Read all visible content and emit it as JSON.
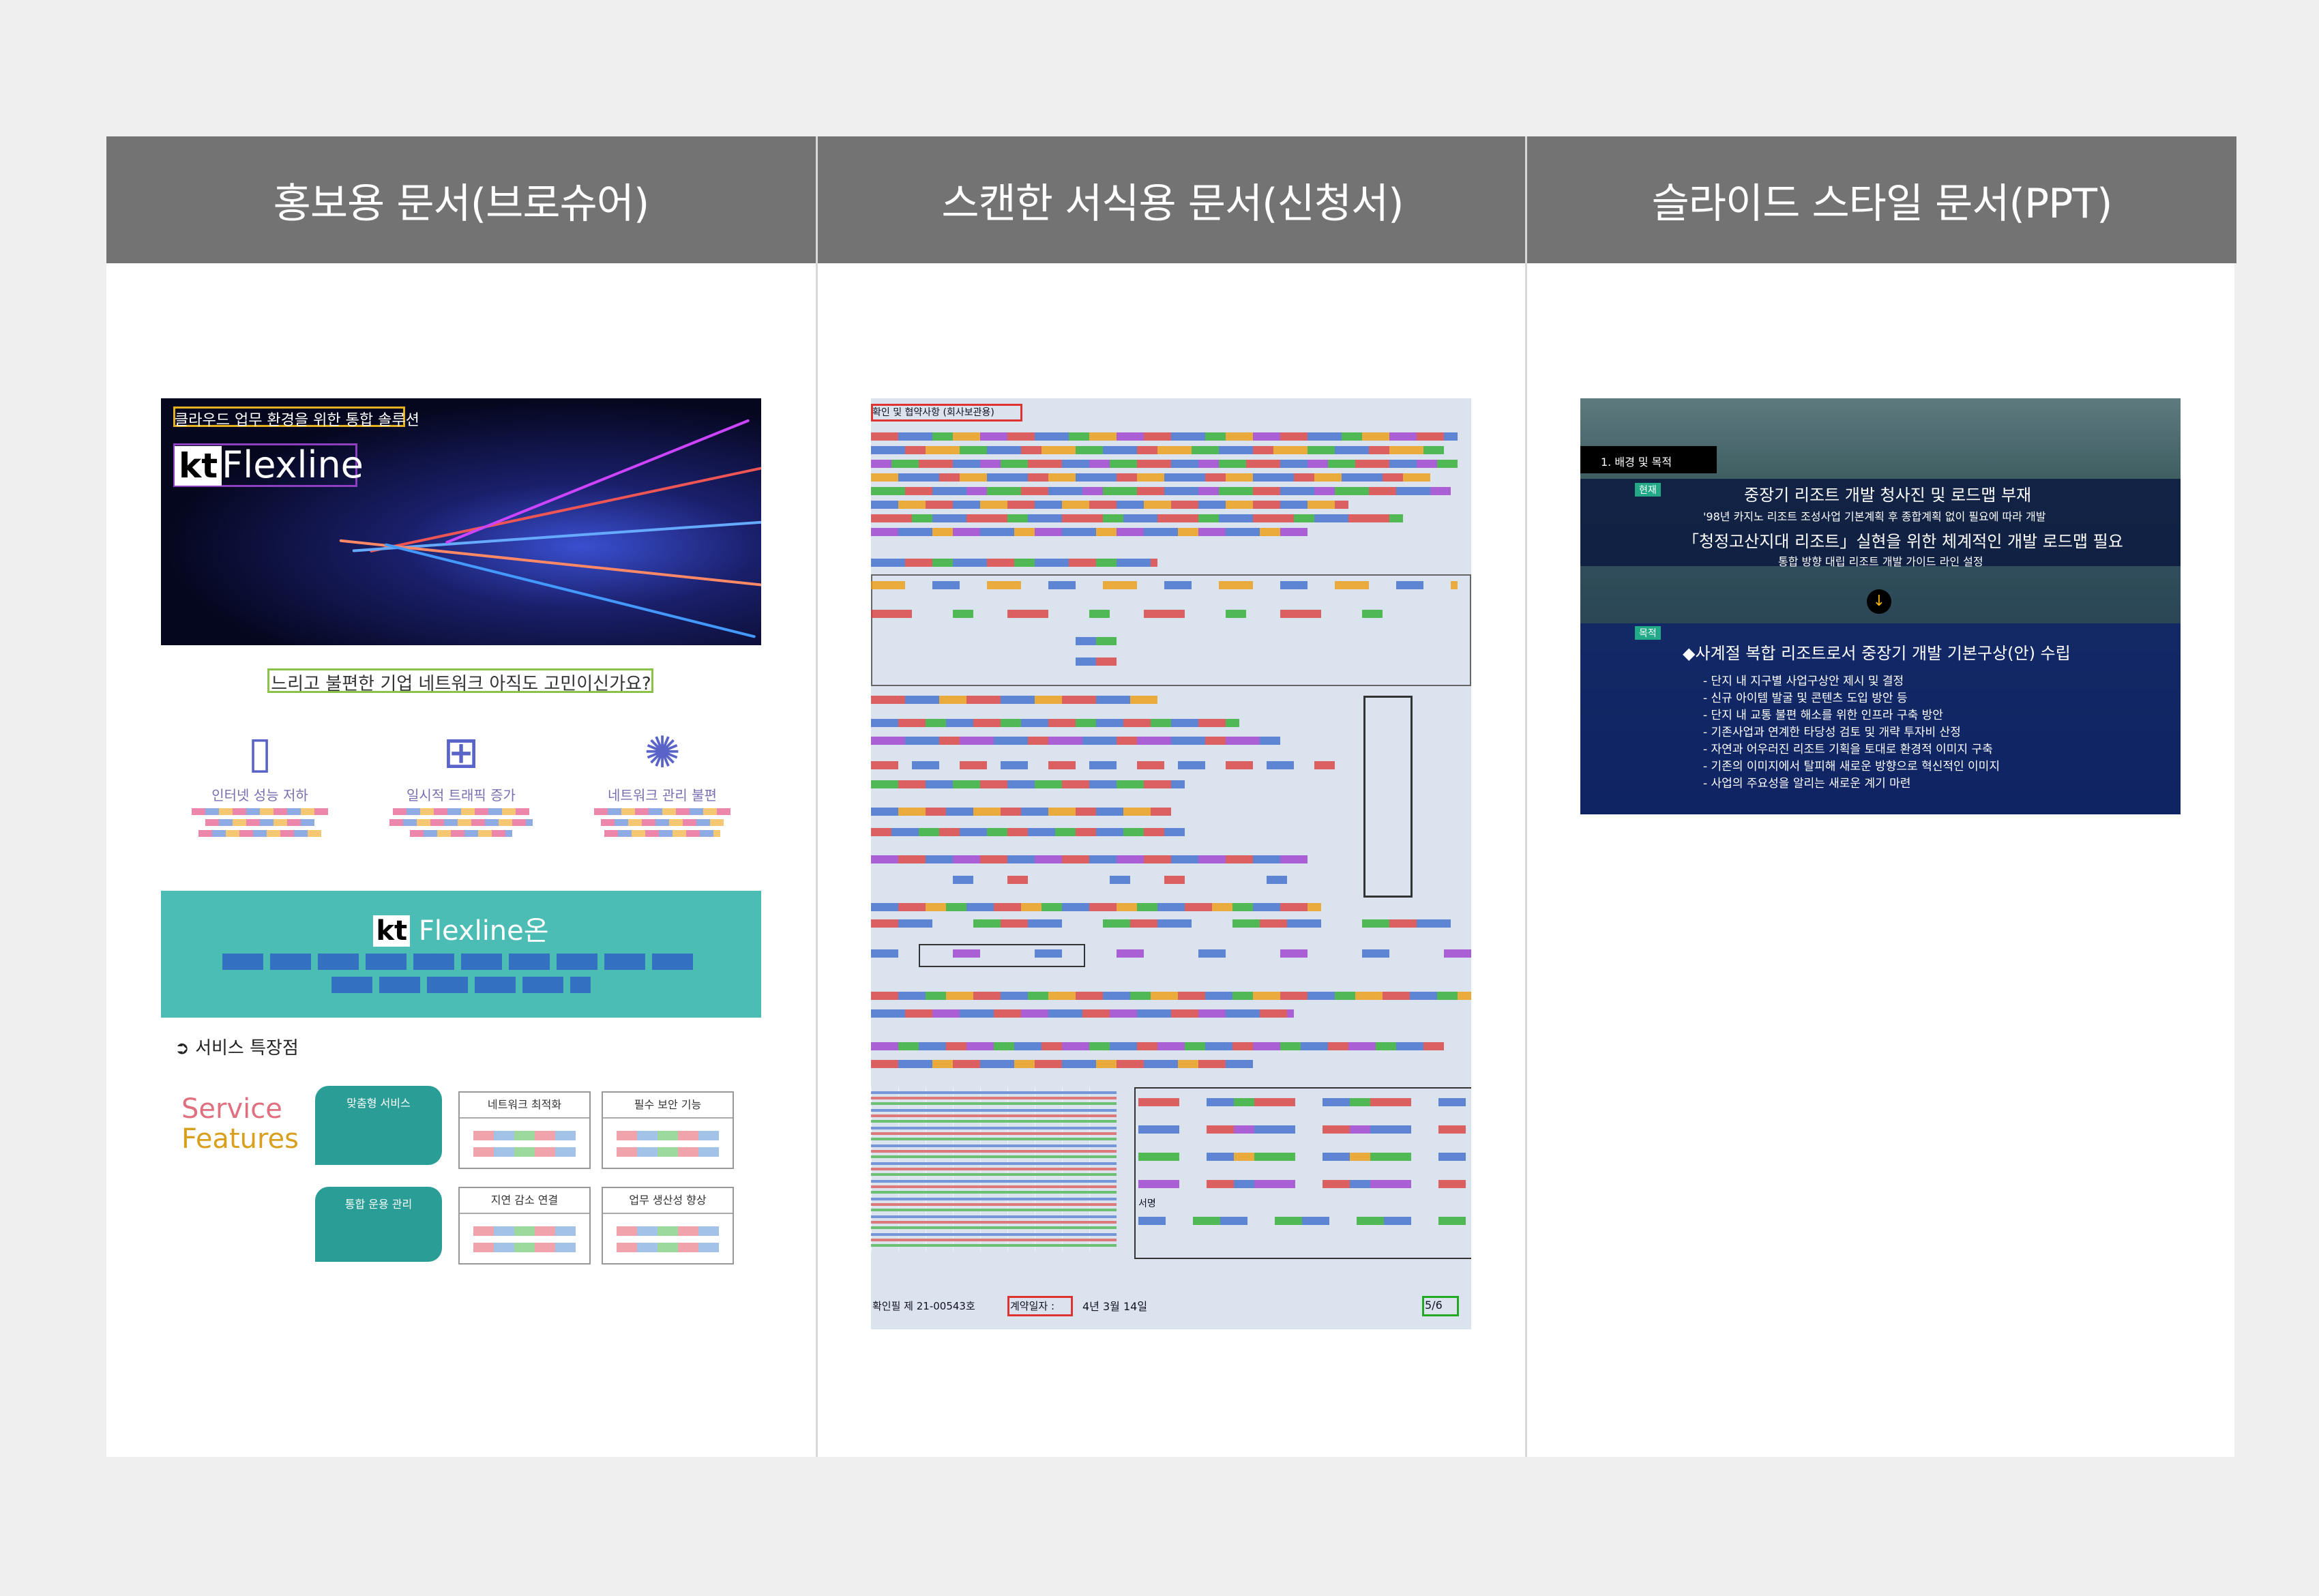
{
  "columns": [
    {
      "title": "홍보용 문서(브로슈어)"
    },
    {
      "title": "스캔한 서식용 문서(신청서)"
    },
    {
      "title": "슬라이드 스타일 문서(PPT)"
    }
  ],
  "brochure": {
    "subtitle": "클라우드 업무 환경을 위한 통합 솔루션",
    "logo_kt": "kt",
    "logo_name": "Flexline",
    "question": "느리고 불편한 기업 네트워크 아직도 고민이신가요?",
    "features": [
      {
        "title": "인터넷 성능 저하",
        "icon": "tablet-icon"
      },
      {
        "title": "일시적 트래픽 증가",
        "icon": "network-icon"
      },
      {
        "title": "네트워크 관리 불편",
        "icon": "hub-icon"
      }
    ],
    "band_logo_kt": "kt",
    "band_logo_name": "Flexline온",
    "service_title": "서비스 특장점",
    "service_en_1": "Service",
    "service_en_2": "Features",
    "cards": [
      {
        "title": "네트워크 최적화"
      },
      {
        "title": "필수 보안 기능"
      },
      {
        "title": "지연 감소 연결"
      },
      {
        "title": "업무 생산성 향상"
      }
    ],
    "pills": [
      {
        "title": "맞춤형 서비스"
      },
      {
        "title": "통합 운용 관리"
      }
    ]
  },
  "scan": {
    "heading": "확인 및 협약사항 (회사보관용)",
    "form_no": "확인필 제 21-00543호",
    "contract_label": "계약일자 :",
    "contract_date": "4년 3월 14일",
    "page": "5/6",
    "section_label": "서명"
  },
  "ppt": {
    "tag": "1. 배경 및 목적",
    "label_now": "현재",
    "label_goal": "목적",
    "line1": "중장기 리조트 개발 청사진 및 로드맵 부재",
    "line2": "'98년 카지노 리조트 조성사업 기본계획 후 종합계획 없이 필요에 따라 개발",
    "line3": "「청정고산지대 리조트」실현을 위한 체계적인 개발 로드맵 필요",
    "line4": "통합 방향 대립 리조트 개발 가이드 라인 설정",
    "headline": "◆사계절 복합 리조트로서 중장기 개발 기본구상(안) 수립",
    "bullets": [
      "- 단지 내 지구별 사업구상안 제시 및 결정",
      "- 신규 아이템 발굴 및 콘텐츠 도입 방안 등",
      "- 단지 내 교통 불편 해소를 위한 인프라 구축 방안",
      "- 기존사업과 연계한 타당성 검토 및 개략 투자비 산정",
      "- 자연과 어우러진 리조트 기획을 토대로 환경적 이미지 구축",
      "- 기존의 이미지에서 탈피해 새로운 방향으로 혁신적인 이미지",
      "- 사업의 주요성을 알리는 새로운 계기 마련"
    ],
    "colors": {
      "highlight": "#f2b400",
      "text": "#ffffff"
    }
  }
}
